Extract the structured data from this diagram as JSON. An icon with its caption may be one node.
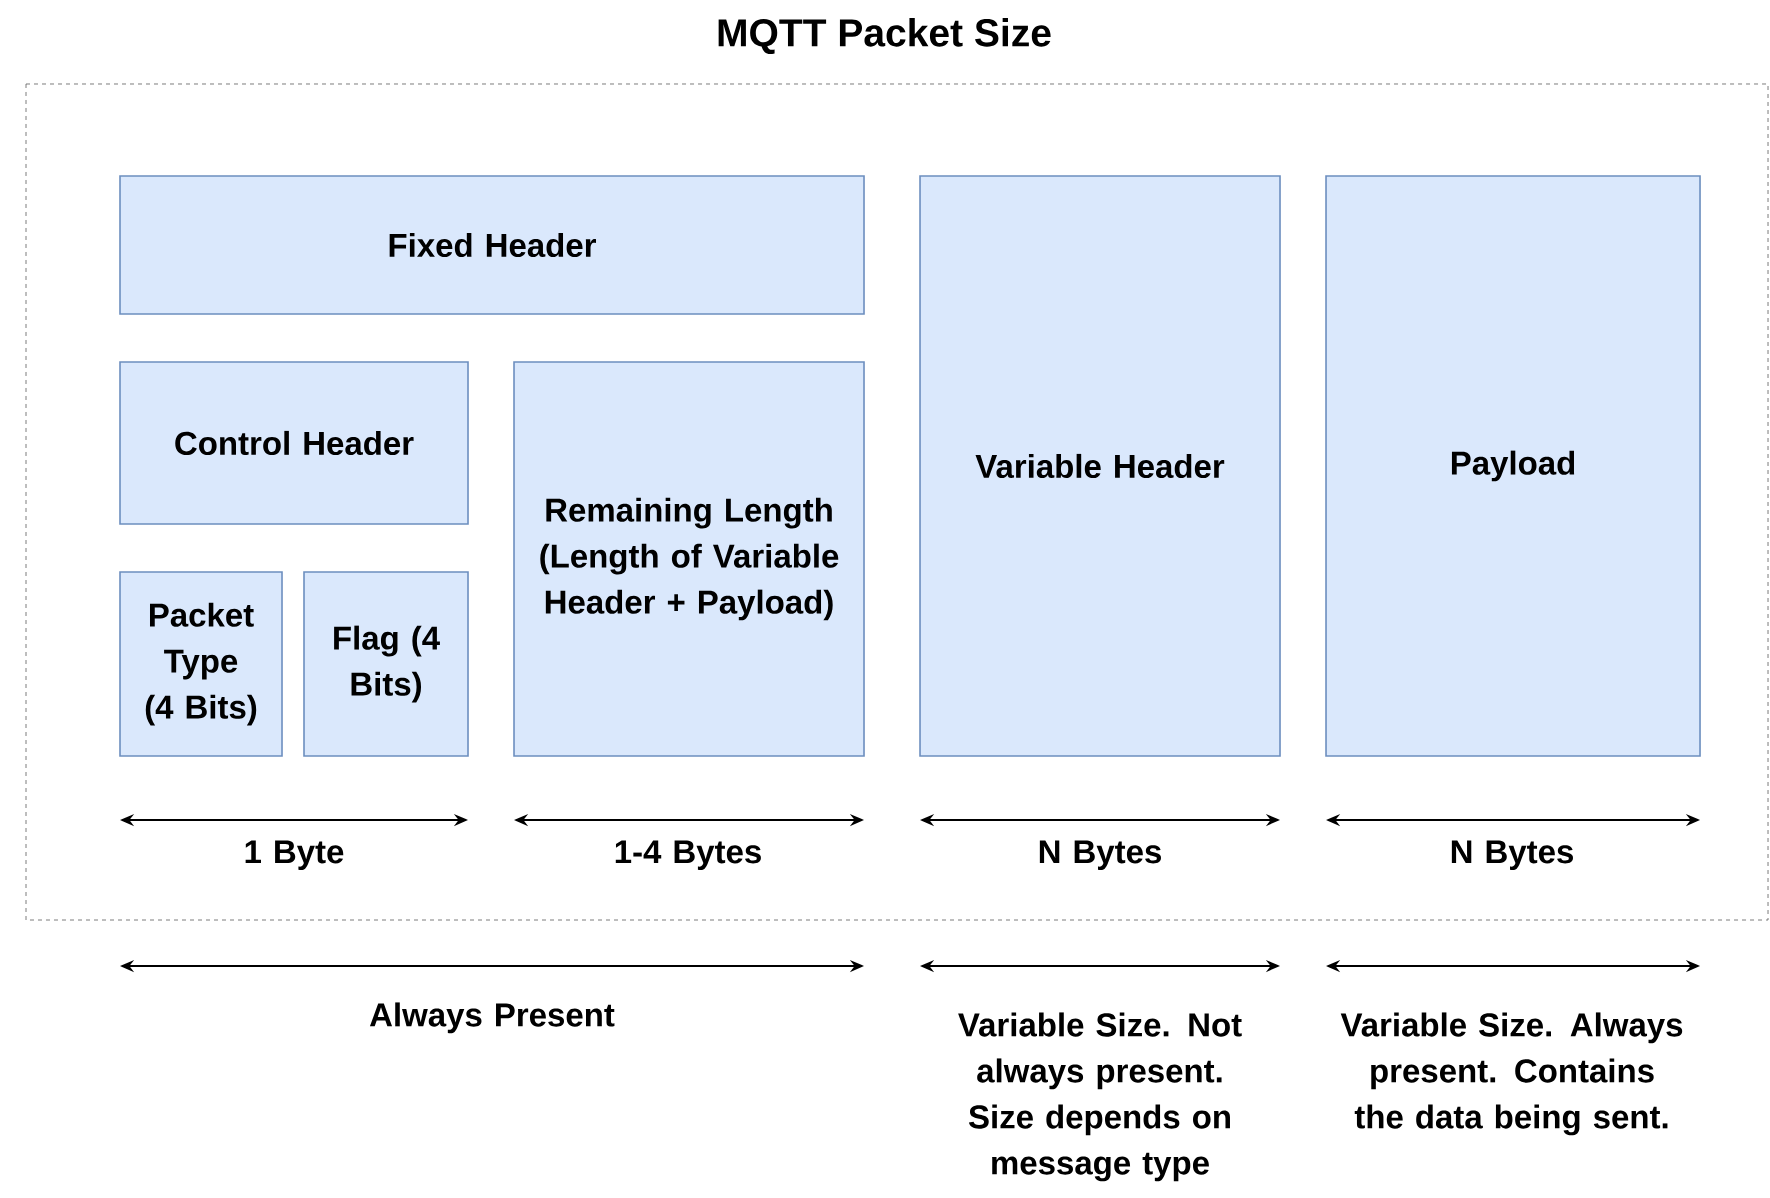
{
  "diagram": {
    "title": "MQTT Packet Size",
    "nodes": [
      {
        "text": [
          "Fixed Header"
        ]
      },
      {
        "text": [
          "Control Header"
        ]
      },
      {
        "text": [
          "Packet Type (4 Bits)"
        ]
      },
      {
        "text": [
          "Flag (4 Bits)"
        ]
      },
      {
        "text": [
          "Remaining Length (Length of Variable Header + Payload)"
        ]
      },
      {
        "text": [
          "Variable Header"
        ]
      },
      {
        "text": [
          "Payload"
        ]
      }
    ],
    "edges": [],
    "labels": [
      "1 Byte",
      "1-4 Bytes",
      "N Bytes",
      "N Bytes",
      "Always Present",
      "Variable Size. Not always present. Size depends on message type",
      "Variable Size. Always present. Contains the data being sent."
    ]
  }
}
